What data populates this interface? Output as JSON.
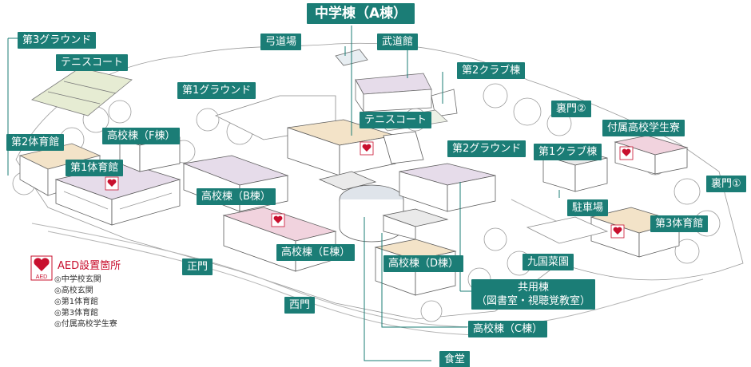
{
  "title": "中学棟（A棟）",
  "labels": {
    "ground3": "第3グラウンド",
    "tennis1": "テニスコート",
    "ground1": "第1グラウンド",
    "kyudojo": "弓道場",
    "budokan": "武道館",
    "club2": "第2クラブ棟",
    "tennis2": "テニスコート",
    "uramon2": "裏門②",
    "dorm": "付属高校学生寮",
    "hs_f": "高校棟（F棟）",
    "gym2": "第2体育館",
    "ground2": "第2グラウンド",
    "club1": "第1クラブ棟",
    "gym1": "第1体育館",
    "uramon1": "裏門①",
    "hs_b": "高校棟（B棟）",
    "parking": "駐車場",
    "gym3": "第3体育館",
    "hs_e": "高校棟（E棟）",
    "seimon": "正門",
    "kyugoku": "九国菜園",
    "hs_d": "高校棟（D棟）",
    "common_line1": "共用棟",
    "common_line2": "（図書室・視聴覚教室）",
    "saimon": "西門",
    "hs_c": "高校棟（C棟）",
    "cafeteria": "食堂"
  },
  "aed_badge": "AED",
  "legend": {
    "title": "AED設置箇所",
    "items": [
      "◎中学校玄関",
      "◎高校玄関",
      "◎第1体育館",
      "◎第3体育館",
      "◎付属高校学生寮"
    ]
  },
  "colors": {
    "label_bg": "#1b7d76",
    "leader": "#1b7d76",
    "aed_red": "#c8102e",
    "pink_roof": "#f1d3de",
    "lavender_roof": "#e6dcea",
    "tan_roof": "#f3e3c8"
  }
}
